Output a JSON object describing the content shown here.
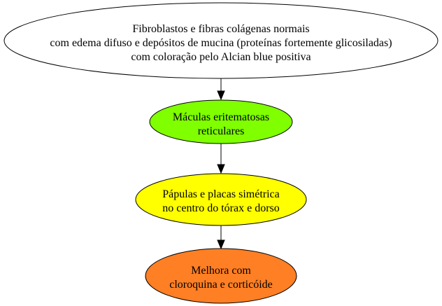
{
  "nodes": [
    {
      "id": "n1",
      "lines": [
        "Fibroblastos e fibras colágenas normais",
        "com edema difuso e depósitos de mucina (proteínas fortemente glicosiladas)",
        "com coloração pelo Alcian blue positiva"
      ],
      "fill": "#ffffff"
    },
    {
      "id": "n2",
      "lines": [
        "Máculas eritematosas",
        "reticulares"
      ],
      "fill": "#7fff00"
    },
    {
      "id": "n3",
      "lines": [
        "Pápulas e placas simétrica",
        "no centro do tórax e dorso"
      ],
      "fill": "#ffff00"
    },
    {
      "id": "n4",
      "lines": [
        "Melhora com",
        "cloroquina e corticóide"
      ],
      "fill": "#ff7f24"
    }
  ],
  "edges": [
    {
      "from": "n1",
      "to": "n2"
    },
    {
      "from": "n2",
      "to": "n3"
    },
    {
      "from": "n3",
      "to": "n4"
    }
  ]
}
